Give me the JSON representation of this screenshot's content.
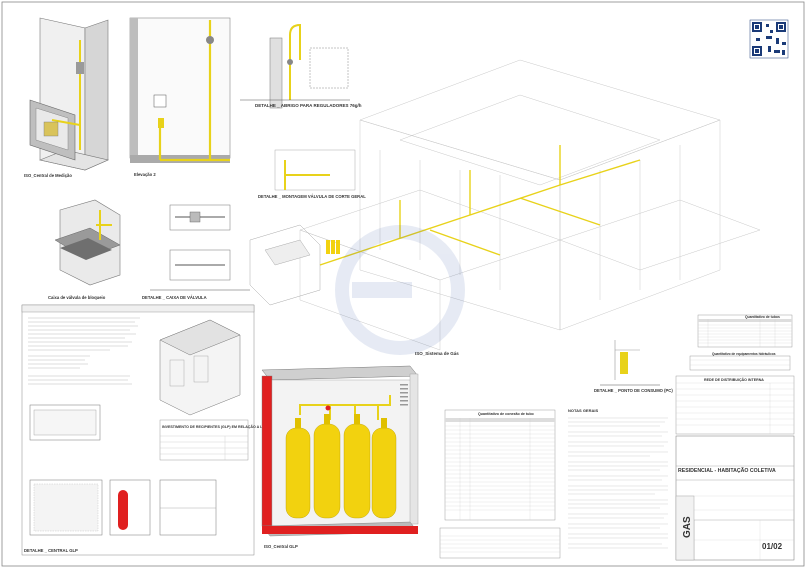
{
  "drawing": {
    "labels": {
      "iso_medicao": "ISO_Central de Medição",
      "detail_elevation": "Elevação 2",
      "detail_abrigo": "DETALHE _ ABRIGO PARA REGULADORES 76g/h",
      "detail_valvula_corte": "DETALHE _ MONTAGEM VÁLVULA DE CORTE GERAL",
      "caixa_bloqueio": "Caixa de válvula de bloqueio",
      "detail_caixa_valvula": "DETALHE _ CAIXA DE VÁLVULA",
      "iso_sistema_gas": "ISO_Sistema de Gás",
      "detail_ponto_consumo": "DETALHE _ PONTO DE CONSUMO (PC)",
      "detail_central_glp": "DETALHE _ CENTRAL GLP",
      "iso_central_glp": "ISO_Central GLP",
      "notas_gerais": "NOTAS GERAIS",
      "quantitativo_tubos": "Quantitativo de tubos",
      "quantitativo_conexoes": "Quantitativo de conexão de tubo",
      "quantitativo_equipamentos": "Quantitativo de equipamentos hidráulicos",
      "investimento": "INVESTIMENTO DE RECIPIENTES (GLP) EM RELAÇÃO A LOCAIS DE RISCO",
      "rede_distribuicao": "REDE DE DISTRIBUIÇÃO INTERNA"
    },
    "title_block": {
      "project_title": "RESIDENCIAL - HABITAÇÃO COLETIVA",
      "discipline": "GAS",
      "sheet_number": "01/02"
    }
  },
  "colors": {
    "gas_pipe": "#e8d21a",
    "cylinder": "#f2d20f",
    "red_band": "#e02020",
    "line": "#555555",
    "watermark": "#3a5ea8",
    "qr": "#1a3a78"
  },
  "icons": {
    "qr": "qr-code-icon",
    "watermark": "company-logo-watermark"
  }
}
